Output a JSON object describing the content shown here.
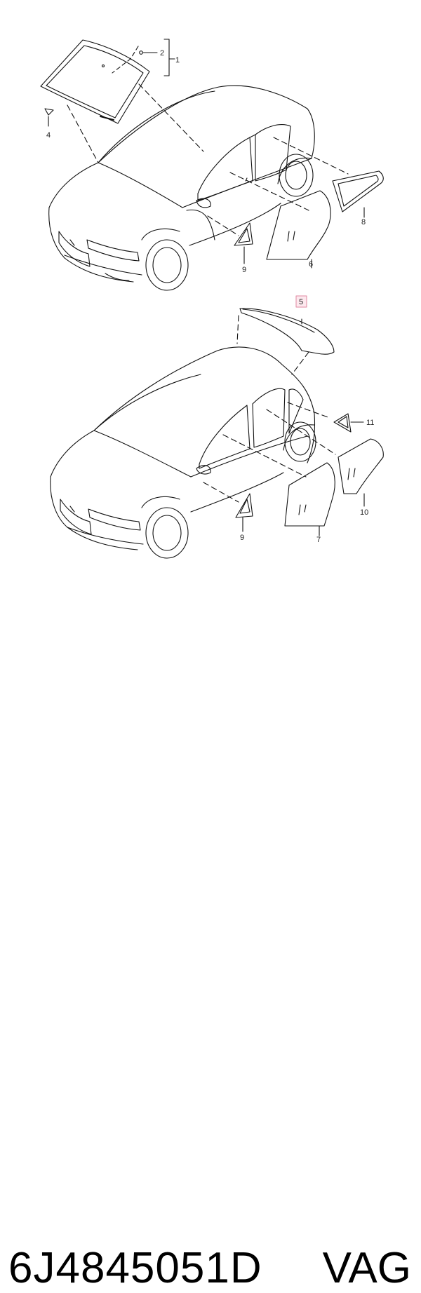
{
  "diagram": {
    "callouts": {
      "c1": "1",
      "c2": "2",
      "c4": "4",
      "c5": "5",
      "c6": "6",
      "c7": "7",
      "c8": "8",
      "c9a": "9",
      "c9b": "9",
      "c10": "10",
      "c11": "11"
    },
    "highlighted_callout": "5",
    "highlight_color": "#e08aa0"
  },
  "footer": {
    "part_number": "6J4845051D",
    "brand": "VAG"
  }
}
